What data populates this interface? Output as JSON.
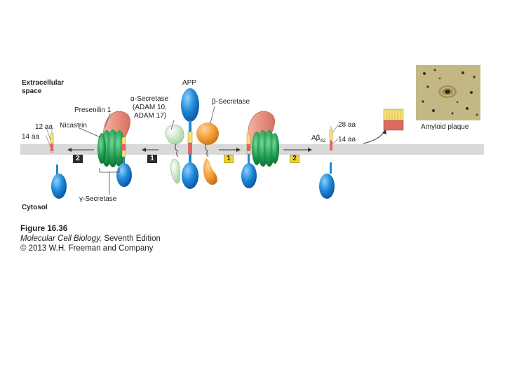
{
  "labels": {
    "extracellular_line1": "Extracellular",
    "extracellular_line2": "space",
    "cytosol": "Cytosol",
    "app": "APP",
    "alpha_line1": "α-Secretase",
    "alpha_line2": "(ADAM 10,",
    "alpha_line3": "ADAM 17)",
    "beta": "β-Secretase",
    "presenilin": "Presenilin 1",
    "nicastrin": "Nicastrin",
    "gamma": "γ-Secretase",
    "aa12": "12 aa",
    "aa14_left": "14 aa",
    "aa28": "28 aa",
    "aa14_right": "14 aa",
    "abeta": "Aβ",
    "abeta_sub": "42",
    "amyloid": "Amyloid plaque"
  },
  "steps": {
    "left_outer": "2",
    "left_inner": "1",
    "right_inner": "1",
    "right_outer": "2"
  },
  "caption": {
    "line1": "Figure 16.36",
    "line2_italic": "Molecular Cell Biology,",
    "line2_rest": " Seventh Edition",
    "line3": "© 2013 W.H. Freeman and Company"
  },
  "colors": {
    "membrane": "#d9d9d9",
    "app_blue": "#1e88d6",
    "secretase_green": "#1f9a4e",
    "nicastrin_salmon": "#e88c7a",
    "alpha_green": "#bfe0b8",
    "beta_orange": "#f0a23a",
    "abeta_yellow": "#f5e27a",
    "abeta_red": "#e0626a"
  }
}
